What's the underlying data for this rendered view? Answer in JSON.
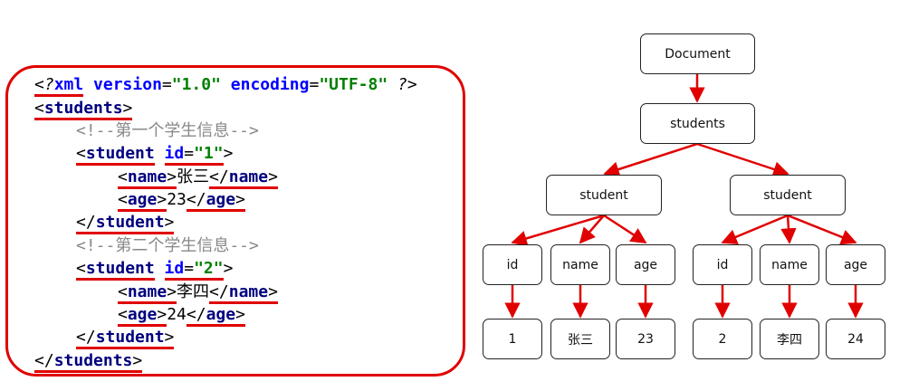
{
  "code": {
    "decl": {
      "open": "<?",
      "kw": "xml",
      "attr1": "version",
      "eq1": "=",
      "val1": "\"1.0\"",
      "attr2": "encoding",
      "eq2": "=",
      "val2": "\"UTF-8\"",
      "close": "?>"
    },
    "root_open": {
      "lt": "<",
      "name": "students",
      "gt": ">"
    },
    "comment1": "<!--第一个学生信息-->",
    "student1_open": {
      "lt": "<",
      "name": "student",
      "attr": "id",
      "eq": "=",
      "val": "\"1\"",
      "gt": ">"
    },
    "name1": {
      "lt": "<",
      "tag": "name",
      "gt": ">",
      "text": "张三",
      "lt2": "</",
      "tag2": "name",
      "gt2": ">"
    },
    "age1": {
      "lt": "<",
      "tag": "age",
      "gt": ">",
      "text": "23",
      "lt2": "</",
      "tag2": "age",
      "gt2": ">"
    },
    "student1_close": {
      "lt": "</",
      "name": "student",
      "gt": ">"
    },
    "comment2": "<!--第二个学生信息-->",
    "student2_open": {
      "lt": "<",
      "name": "student",
      "attr": "id",
      "eq": "=",
      "val": "\"2\"",
      "gt": ">"
    },
    "name2": {
      "lt": "<",
      "tag": "name",
      "gt": ">",
      "text": "李四",
      "lt2": "</",
      "tag2": "name",
      "gt2": ">"
    },
    "age2": {
      "lt": "<",
      "tag": "age",
      "gt": ">",
      "text": "24",
      "lt2": "</",
      "tag2": "age",
      "gt2": ">"
    },
    "student2_close": {
      "lt": "</",
      "name": "student",
      "gt": ">"
    },
    "root_close": {
      "lt": "</",
      "name": "students",
      "gt": ">"
    }
  },
  "tree": {
    "root": "Document",
    "level1": "students",
    "student_a": "student",
    "student_b": "student",
    "a_id": "id",
    "a_name": "name",
    "a_age": "age",
    "b_id": "id",
    "b_name": "name",
    "b_age": "age",
    "a_id_val": "1",
    "a_name_val": "张三",
    "a_age_val": "23",
    "b_id_val": "2",
    "b_name_val": "李四",
    "b_age_val": "24"
  },
  "colors": {
    "accent": "#e00000",
    "tag": "#00007f",
    "attr": "#0000ff",
    "value": "#008000",
    "comment": "#888888"
  }
}
